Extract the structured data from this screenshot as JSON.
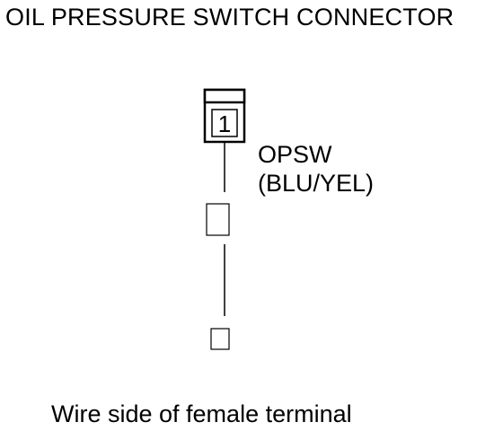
{
  "title": "OIL PRESSURE SWITCH CONNECTOR",
  "connector": {
    "pin_number": "1"
  },
  "wire_label": {
    "line1": "OPSW",
    "line2": "(BLU/YEL)"
  },
  "caption": "Wire side of female terminal"
}
